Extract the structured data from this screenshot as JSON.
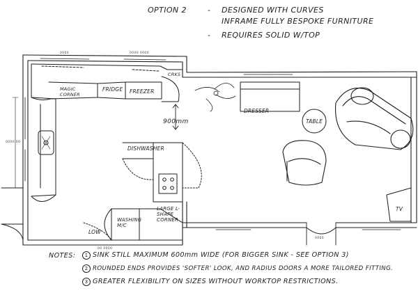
{
  "header": {
    "option": "OPTION 2",
    "dash1": "-",
    "line1": "DESIGNED WITH CURVES",
    "line2": "INFRAME FULLY BESPOKE FURNITURE",
    "dash3": "-",
    "line3": "REQUIRES SOLID W/TOP"
  },
  "labels": {
    "magic_corner": "MAGIC CORNER",
    "fridge": "FRIDGE",
    "freezer": "FREEZER",
    "crks": "CRKS",
    "dresser": "DRESSER",
    "table": "TABLE",
    "dimension": "900mm",
    "dishwasher": "DISHWASHER",
    "large_l_shape_corner": "LARGE L-SHAPE CORNER",
    "washing_m_c": "WASHING M/C",
    "low": "LOW",
    "tv": "TV"
  },
  "dimensions": {
    "top": "0000",
    "top_mid": "0000 0000",
    "left": "0000 00",
    "bottom": "00 0000",
    "door": "0000"
  },
  "notes": {
    "title": "NOTES:",
    "n1_marker": "1",
    "n1": "SINK STILL MAXIMUM 600mm WIDE (FOR BIGGER SINK - SEE OPTION 3)",
    "n2_marker": "2",
    "n2": "ROUNDED ENDS PROVIDES 'SOFTER' LOOK, AND RADIUS DOORS A MORE TAILORED FITTING.",
    "n3_marker": "3",
    "n3": "GREATER FLEXIBILITY ON SIZES WITHOUT WORKTOP RESTRICTIONS."
  },
  "colors": {
    "ink": "#1e1e1e",
    "paper": "#ffffff"
  }
}
